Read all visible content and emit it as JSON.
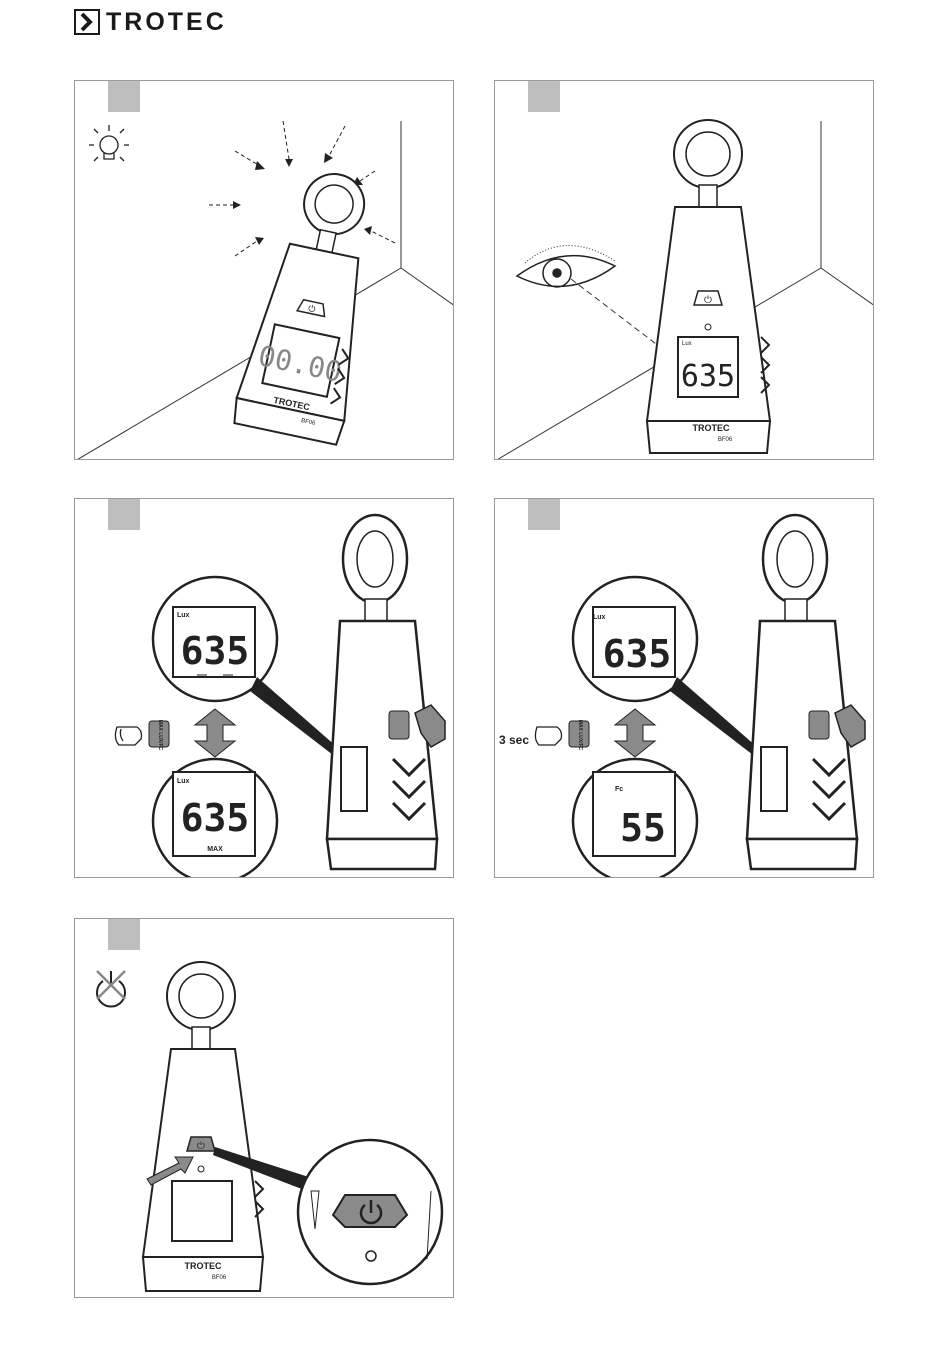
{
  "brand": {
    "name": "TROTEC",
    "model": "BF06"
  },
  "panels": [
    {
      "id": 1,
      "display": "00.00"
    },
    {
      "id": 2,
      "display": "635",
      "unit": "Lux"
    },
    {
      "id": 3,
      "display_top": "635",
      "display_bottom": "635",
      "unit": "Lux",
      "max_label": "MAX",
      "button_label": "MAX LUX/FC"
    },
    {
      "id": 4,
      "display_top": "635",
      "display_bottom": "55",
      "unit_top": "Lux",
      "unit_bottom": "Fc",
      "hold_label": "3 sec",
      "button_label": "MAX LUX/FC"
    },
    {
      "id": 5
    }
  ]
}
